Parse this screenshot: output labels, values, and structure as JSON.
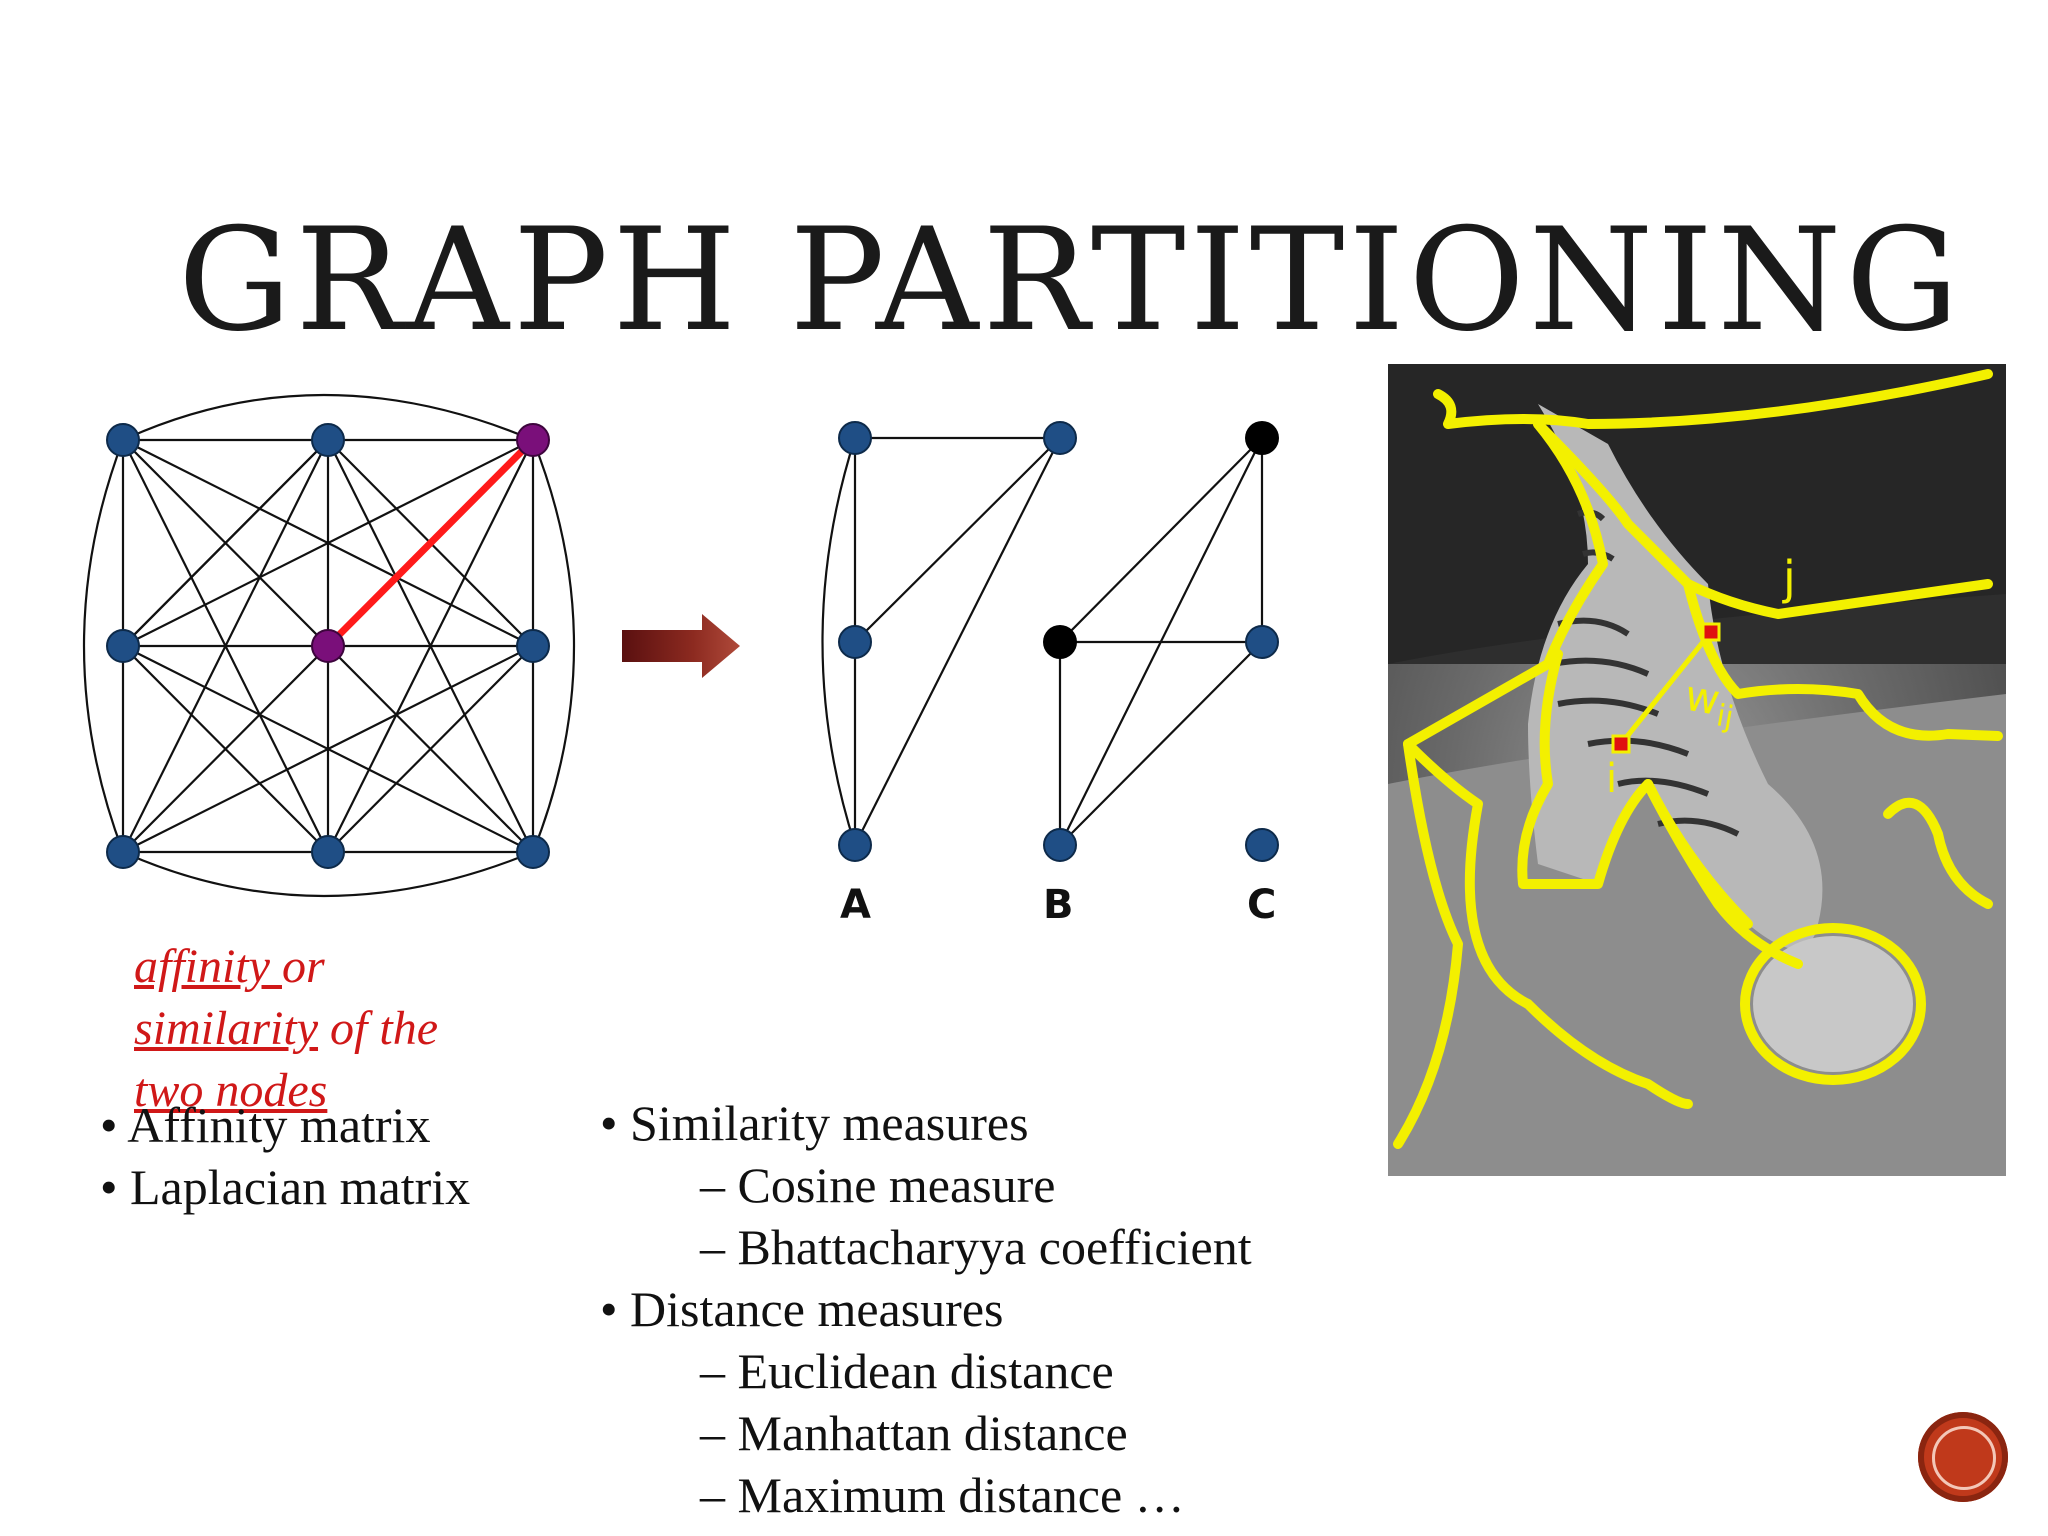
{
  "slide": {
    "title": "GRAPH PARTITIONING",
    "annotation": {
      "part1": "affinity ",
      "part2": "or",
      "part3": "similarity",
      "part4": " of the",
      "part5": "two nodes"
    },
    "left_list": [
      "Affinity matrix",
      "Laplacian matrix"
    ],
    "measures": {
      "similarity_head": "Similarity measures",
      "similarity_items": [
        "Cosine measure",
        "Bhattacharyya coefficient"
      ],
      "distance_head": "Distance measures",
      "distance_items": [
        "Euclidean distance",
        "Manhattan distance",
        "Maximum distance …"
      ]
    },
    "partition_labels": [
      "A",
      "B",
      "C"
    ],
    "image_labels": {
      "j": "j",
      "wij": "w",
      "wij_sub": "ij",
      "i": "i"
    },
    "colors": {
      "node": "#1f4e85",
      "highlight_node": "#7a0f7a",
      "highlight_edge": "#ff1a1a",
      "annotation": "#d01818",
      "outline": "#f3f000",
      "nav_button": "#c0391b"
    },
    "icons": {
      "arrow": "right-arrow-icon",
      "nav": "next-slide-icon"
    }
  }
}
